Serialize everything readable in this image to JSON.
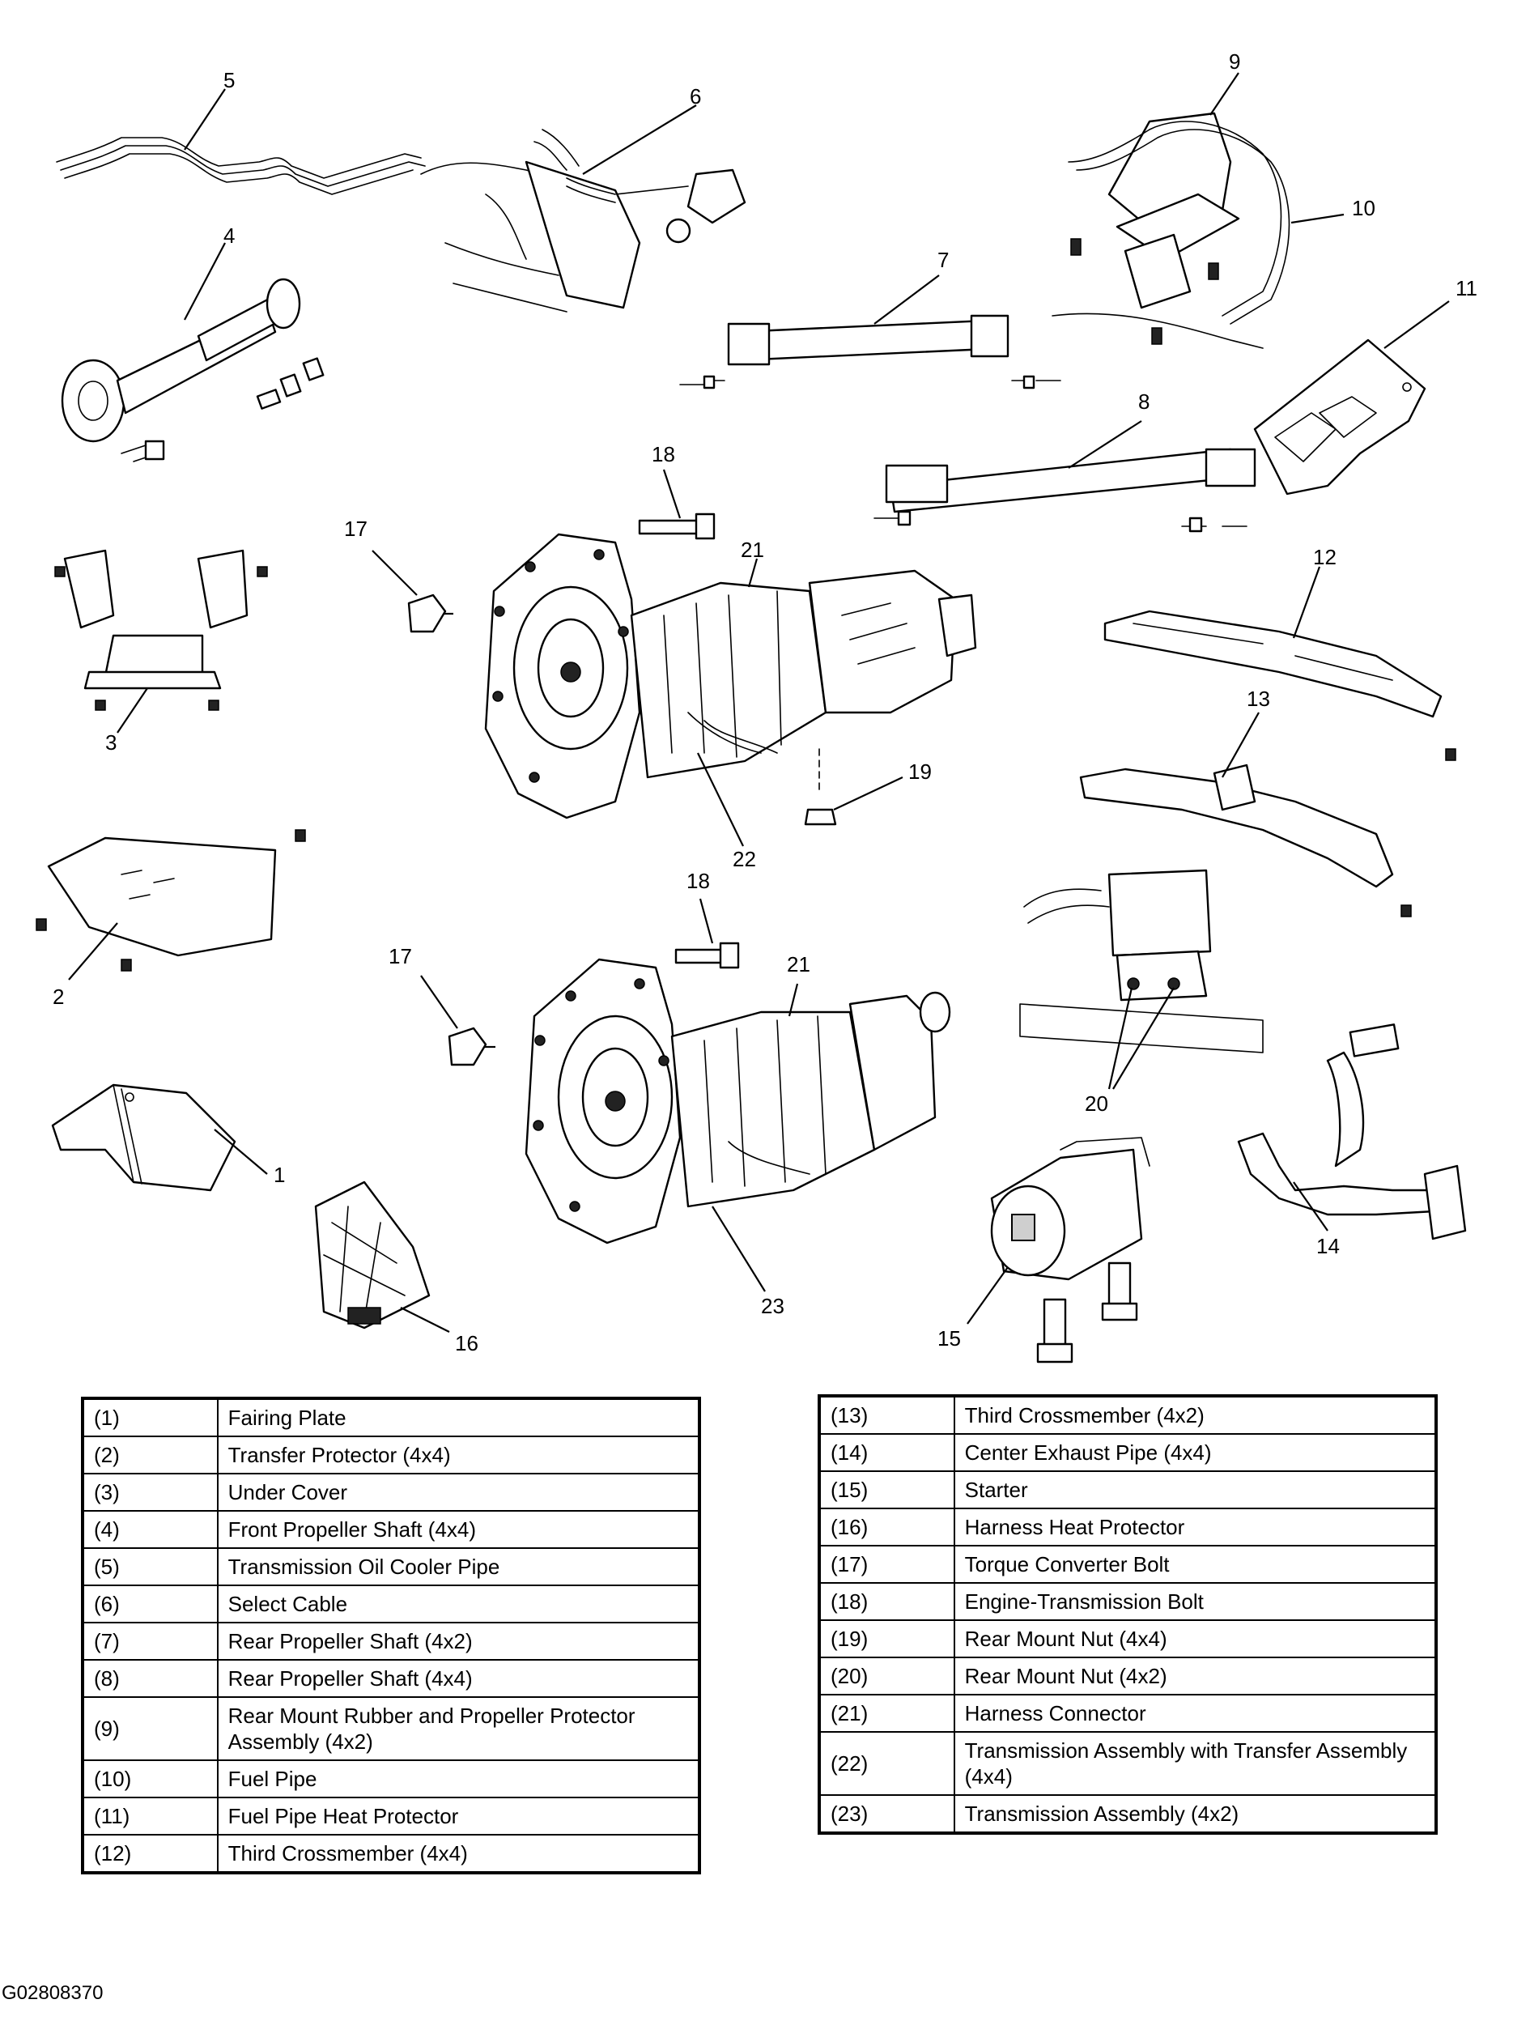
{
  "callouts": {
    "c1": "1",
    "c2": "2",
    "c3": "3",
    "c4": "4",
    "c5": "5",
    "c6": "6",
    "c7": "7",
    "c8": "8",
    "c9": "9",
    "c10": "10",
    "c11": "11",
    "c12": "12",
    "c13": "13",
    "c14": "14",
    "c15": "15",
    "c16": "16",
    "c17a": "17",
    "c17b": "17",
    "c18a": "18",
    "c18b": "18",
    "c19": "19",
    "c20": "20",
    "c21a": "21",
    "c21b": "21",
    "c22": "22",
    "c23": "23"
  },
  "legend_left": [
    {
      "num": "(1)",
      "desc": "Fairing Plate"
    },
    {
      "num": "(2)",
      "desc": "Transfer Protector (4x4)"
    },
    {
      "num": "(3)",
      "desc": "Under Cover"
    },
    {
      "num": "(4)",
      "desc": "Front Propeller Shaft (4x4)"
    },
    {
      "num": "(5)",
      "desc": "Transmission Oil Cooler Pipe"
    },
    {
      "num": "(6)",
      "desc": "Select Cable"
    },
    {
      "num": "(7)",
      "desc": "Rear Propeller Shaft (4x2)"
    },
    {
      "num": "(8)",
      "desc": "Rear Propeller Shaft (4x4)"
    },
    {
      "num": "(9)",
      "desc": "Rear Mount Rubber and Propeller Protector Assembly (4x2)"
    },
    {
      "num": "(10)",
      "desc": "Fuel Pipe"
    },
    {
      "num": "(11)",
      "desc": "Fuel Pipe Heat Protector"
    },
    {
      "num": "(12)",
      "desc": "Third Crossmember (4x4)"
    }
  ],
  "legend_right": [
    {
      "num": "(13)",
      "desc": "Third Crossmember (4x2)"
    },
    {
      "num": "(14)",
      "desc": "Center Exhaust Pipe (4x4)"
    },
    {
      "num": "(15)",
      "desc": "Starter"
    },
    {
      "num": "(16)",
      "desc": "Harness Heat Protector"
    },
    {
      "num": "(17)",
      "desc": "Torque Converter Bolt"
    },
    {
      "num": "(18)",
      "desc": "Engine-Transmission Bolt"
    },
    {
      "num": "(19)",
      "desc": "Rear Mount Nut (4x4)"
    },
    {
      "num": "(20)",
      "desc": "Rear Mount Nut (4x2)"
    },
    {
      "num": "(21)",
      "desc": "Harness Connector"
    },
    {
      "num": "(22)",
      "desc": "Transmission Assembly with Transfer Assembly (4x4)"
    },
    {
      "num": "(23)",
      "desc": "Transmission Assembly (4x2)"
    }
  ],
  "figure_code": "G02808370"
}
